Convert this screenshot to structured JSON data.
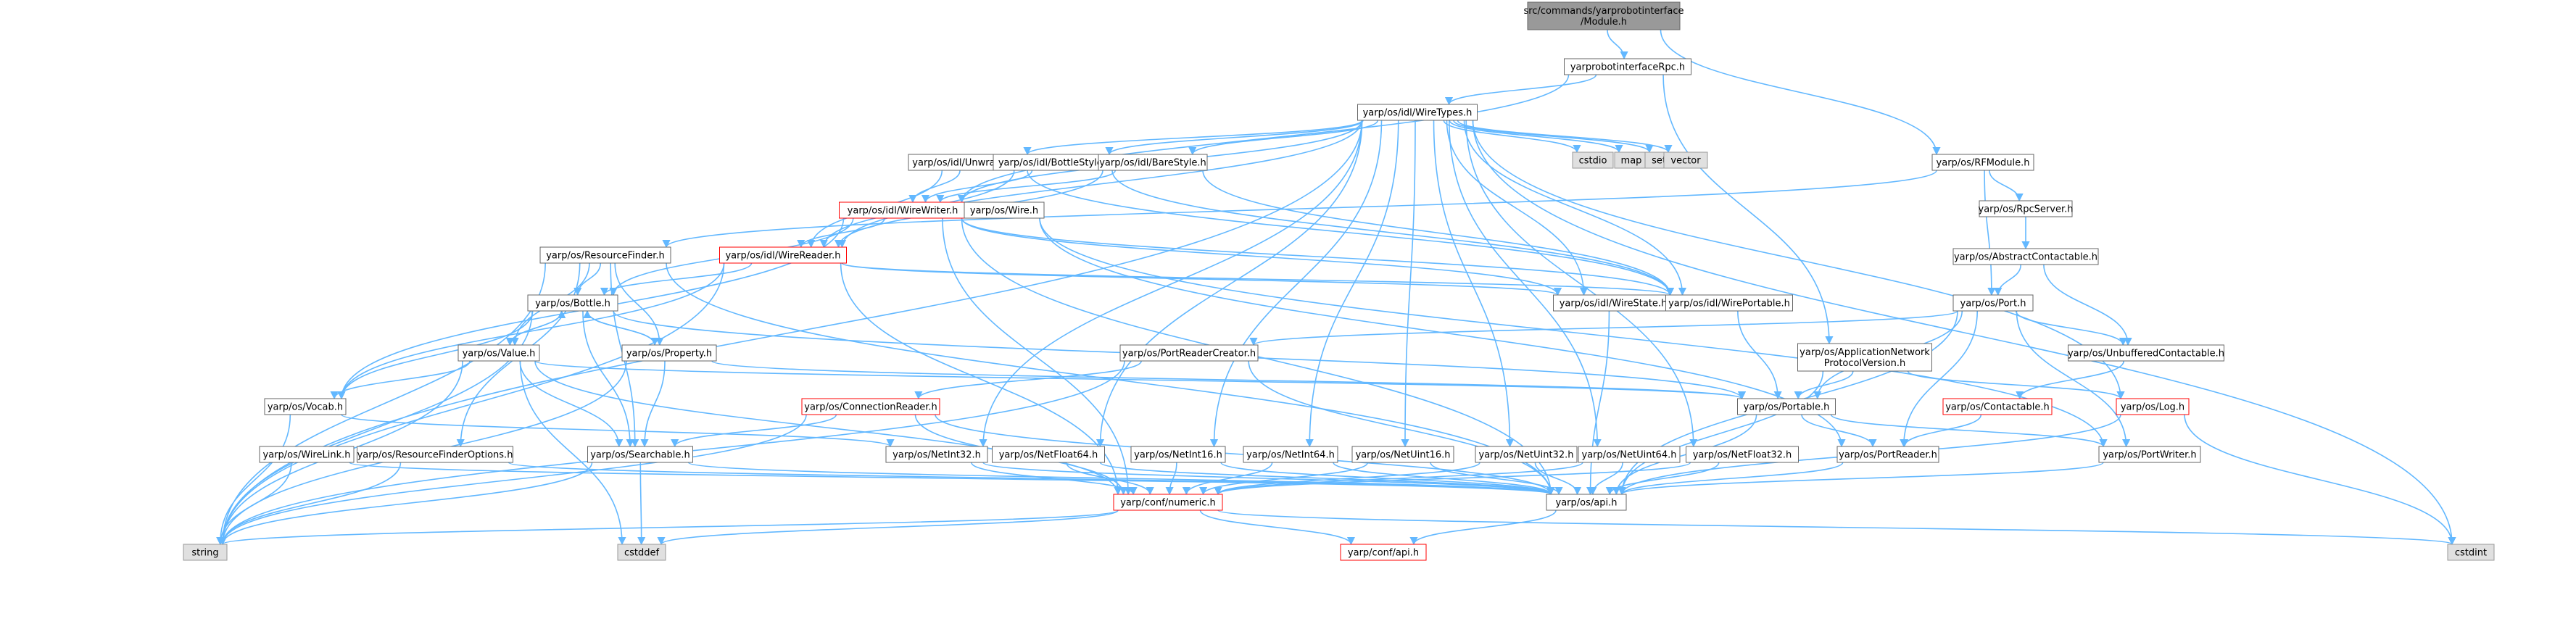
{
  "diagram": {
    "nodes": [
      {
        "id": "root",
        "label": "src/commands/yarprobotinterface\n/Module.h",
        "style": "root"
      },
      {
        "id": "rpc",
        "label": "yarprobotinterfaceRpc.h",
        "style": "normal"
      },
      {
        "id": "wiretypes",
        "label": "yarp/os/idl/WireTypes.h",
        "style": "normal"
      },
      {
        "id": "rfmodule",
        "label": "yarp/os/RFModule.h",
        "style": "normal"
      },
      {
        "id": "cstdio",
        "label": "cstdio",
        "style": "std"
      },
      {
        "id": "map",
        "label": "map",
        "style": "std"
      },
      {
        "id": "set",
        "label": "set",
        "style": "std"
      },
      {
        "id": "vector",
        "label": "vector",
        "style": "std"
      },
      {
        "id": "unwrapped",
        "label": "yarp/os/idl/Unwrapped.h",
        "style": "normal"
      },
      {
        "id": "bottlestyle",
        "label": "yarp/os/idl/BottleStyle.h",
        "style": "normal"
      },
      {
        "id": "barestyle",
        "label": "yarp/os/idl/BareStyle.h",
        "style": "normal"
      },
      {
        "id": "wirewriter",
        "label": "yarp/os/idl/WireWriter.h",
        "style": "red"
      },
      {
        "id": "wire",
        "label": "yarp/os/Wire.h",
        "style": "normal"
      },
      {
        "id": "rpcserver",
        "label": "yarp/os/RpcServer.h",
        "style": "normal"
      },
      {
        "id": "resourcefinder",
        "label": "yarp/os/ResourceFinder.h",
        "style": "normal"
      },
      {
        "id": "wirereader",
        "label": "yarp/os/idl/WireReader.h",
        "style": "red"
      },
      {
        "id": "abstractcontactable",
        "label": "yarp/os/AbstractContactable.h",
        "style": "normal"
      },
      {
        "id": "bottle",
        "label": "yarp/os/Bottle.h",
        "style": "normal"
      },
      {
        "id": "wirestate",
        "label": "yarp/os/idl/WireState.h",
        "style": "normal"
      },
      {
        "id": "wireportable",
        "label": "yarp/os/idl/WirePortable.h",
        "style": "normal"
      },
      {
        "id": "port",
        "label": "yarp/os/Port.h",
        "style": "normal"
      },
      {
        "id": "value",
        "label": "yarp/os/Value.h",
        "style": "normal"
      },
      {
        "id": "property",
        "label": "yarp/os/Property.h",
        "style": "normal"
      },
      {
        "id": "portreadercreator",
        "label": "yarp/os/PortReaderCreator.h",
        "style": "normal"
      },
      {
        "id": "appnetproto",
        "label": "yarp/os/ApplicationNetwork\nProtocolVersion.h",
        "style": "normal"
      },
      {
        "id": "unbuffered",
        "label": "yarp/os/UnbufferedContactable.h",
        "style": "normal"
      },
      {
        "id": "vocab",
        "label": "yarp/os/Vocab.h",
        "style": "normal"
      },
      {
        "id": "connectionreader",
        "label": "yarp/os/ConnectionReader.h",
        "style": "red"
      },
      {
        "id": "portable",
        "label": "yarp/os/Portable.h",
        "style": "normal"
      },
      {
        "id": "contactable",
        "label": "yarp/os/Contactable.h",
        "style": "red"
      },
      {
        "id": "log",
        "label": "yarp/os/Log.h",
        "style": "red"
      },
      {
        "id": "wirelink",
        "label": "yarp/os/WireLink.h",
        "style": "normal"
      },
      {
        "id": "rfoptions",
        "label": "yarp/os/ResourceFinderOptions.h",
        "style": "normal"
      },
      {
        "id": "searchable",
        "label": "yarp/os/Searchable.h",
        "style": "normal"
      },
      {
        "id": "netint32",
        "label": "yarp/os/NetInt32.h",
        "style": "normal"
      },
      {
        "id": "netfloat64",
        "label": "yarp/os/NetFloat64.h",
        "style": "normal"
      },
      {
        "id": "netint16",
        "label": "yarp/os/NetInt16.h",
        "style": "normal"
      },
      {
        "id": "netint64",
        "label": "yarp/os/NetInt64.h",
        "style": "normal"
      },
      {
        "id": "netuint16",
        "label": "yarp/os/NetUint16.h",
        "style": "normal"
      },
      {
        "id": "netuint32",
        "label": "yarp/os/NetUint32.h",
        "style": "normal"
      },
      {
        "id": "netuint64",
        "label": "yarp/os/NetUint64.h",
        "style": "normal"
      },
      {
        "id": "netfloat32",
        "label": "yarp/os/NetFloat32.h",
        "style": "normal"
      },
      {
        "id": "portreader",
        "label": "yarp/os/PortReader.h",
        "style": "normal"
      },
      {
        "id": "portwriter",
        "label": "yarp/os/PortWriter.h",
        "style": "normal"
      },
      {
        "id": "numeric",
        "label": "yarp/conf/numeric.h",
        "style": "red"
      },
      {
        "id": "api",
        "label": "yarp/os/api.h",
        "style": "normal"
      },
      {
        "id": "string",
        "label": "string",
        "style": "std"
      },
      {
        "id": "cstddef",
        "label": "cstddef",
        "style": "std"
      },
      {
        "id": "confapi",
        "label": "yarp/conf/api.h",
        "style": "red"
      },
      {
        "id": "cstdint",
        "label": "cstdint",
        "style": "std"
      }
    ],
    "colors": {
      "edge": "#63b8ff",
      "root_fill": "#999999",
      "std_fill": "#e0e0e0",
      "std_stroke": "#999999",
      "red_stroke": "#ff0000",
      "normal_stroke": "#666666"
    }
  }
}
